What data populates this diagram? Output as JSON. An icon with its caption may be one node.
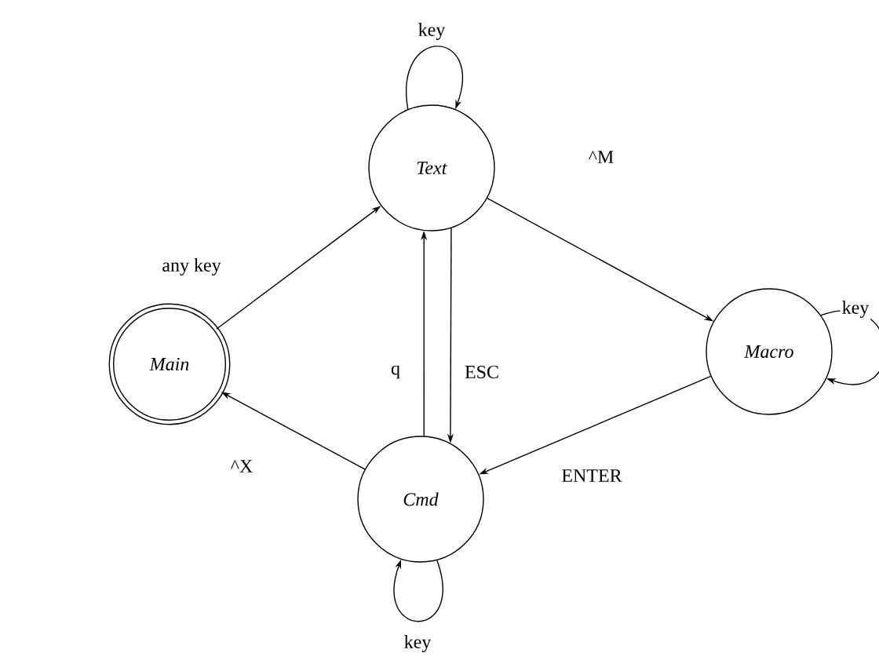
{
  "diagram": {
    "nodes": [
      {
        "text": [
          "*Main*"
        ]
      },
      {
        "text": [
          "*Text*"
        ]
      },
      {
        "text": [
          "*Macro*"
        ]
      },
      {
        "text": [
          "*Cmd*"
        ]
      }
    ],
    "edges": [
      {
        "from": 0,
        "to": 1,
        "arrow": "to",
        "label": "any key"
      },
      {
        "from": 1,
        "to": 1,
        "arrow": "to",
        "label": "key"
      },
      {
        "from": 1,
        "to": 2,
        "arrow": "to",
        "label": "^M"
      },
      {
        "from": 1,
        "to": 3,
        "arrow": "to",
        "label": "ESC"
      },
      {
        "from": 3,
        "to": 1,
        "arrow": "to",
        "label": "q"
      },
      {
        "from": 2,
        "to": 2,
        "arrow": "to",
        "label": "key"
      },
      {
        "from": 2,
        "to": 3,
        "arrow": "to",
        "label": "ENTER"
      },
      {
        "from": 3,
        "to": 0,
        "arrow": "to",
        "label": "^X"
      },
      {
        "from": 3,
        "to": 3,
        "arrow": "to",
        "label": "key"
      }
    ]
  }
}
